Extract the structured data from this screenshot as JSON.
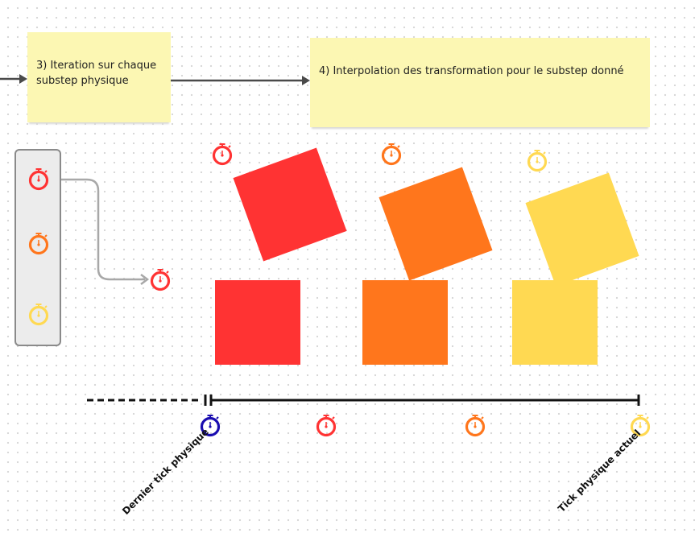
{
  "notes": {
    "step3": "3) Iteration sur chaque substep physique",
    "step4": "4) Interpolation des transformation pour le substep donné"
  },
  "timeline": {
    "last_tick_label": "Dernier tick physique",
    "current_tick_label": "Tick physique actuel"
  },
  "colors": {
    "red": "#ff3333",
    "orange": "#ff761c",
    "yellow": "#ffd952",
    "blue": "#1a0db0",
    "sticky": "#fcf7b3"
  }
}
